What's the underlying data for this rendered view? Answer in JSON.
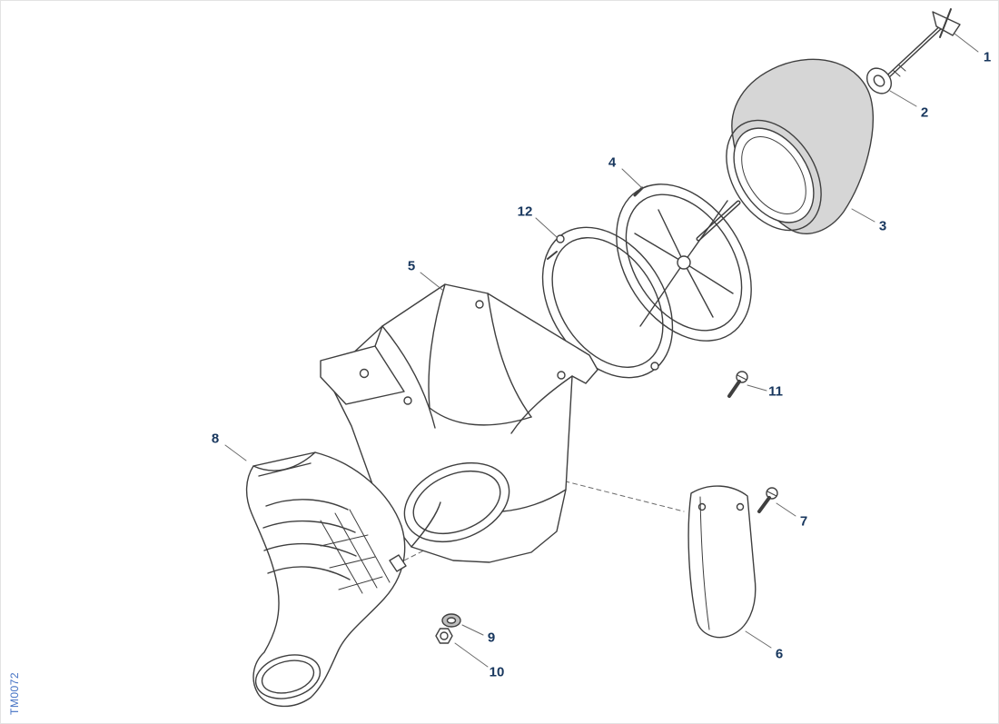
{
  "diagram": {
    "code": "TM0072",
    "callouts": [
      {
        "label": "1"
      },
      {
        "label": "2"
      },
      {
        "label": "3"
      },
      {
        "label": "4"
      },
      {
        "label": "5"
      },
      {
        "label": "6"
      },
      {
        "label": "7"
      },
      {
        "label": "8"
      },
      {
        "label": "9"
      },
      {
        "label": "10"
      },
      {
        "label": "11"
      },
      {
        "label": "12"
      }
    ],
    "colors": {
      "callout_text": "#17365d",
      "code_text": "#4472c4",
      "line_art": "#3f3f3f",
      "leader_line": "#6a6a6a",
      "filter_fill": "#d6d6d6",
      "background": "#ffffff"
    }
  }
}
